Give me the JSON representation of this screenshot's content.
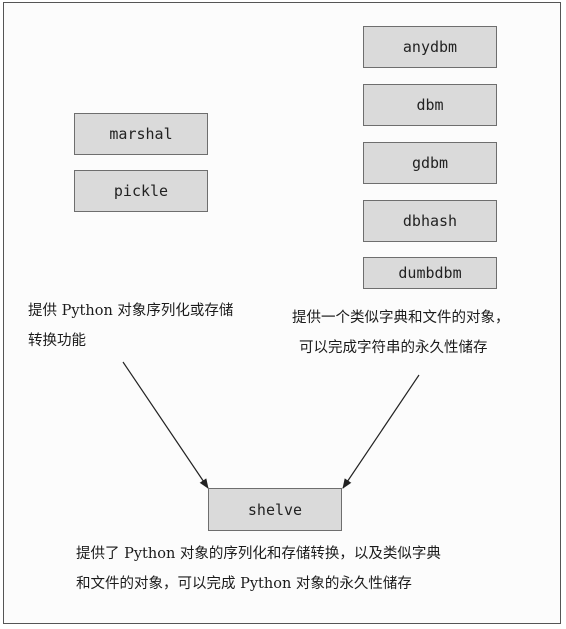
{
  "left_modules": [
    "marshal",
    "pickle"
  ],
  "right_modules": [
    "anydbm",
    "dbm",
    "gdbm",
    "dbhash",
    "dumbdbm"
  ],
  "target_module": "shelve",
  "left_note": {
    "line1": "提供 Python 对象序列化或存储",
    "line2": "转换功能"
  },
  "right_note": {
    "line1": "提供一个类似字典和文件的对象，",
    "line2": "可以完成字符串的永久性储存"
  },
  "bottom_note": {
    "line1": "提供了 Python 对象的序列化和存储转换，以及类似字典",
    "line2": "和文件的对象，可以完成 Python 对象的永久性储存"
  }
}
